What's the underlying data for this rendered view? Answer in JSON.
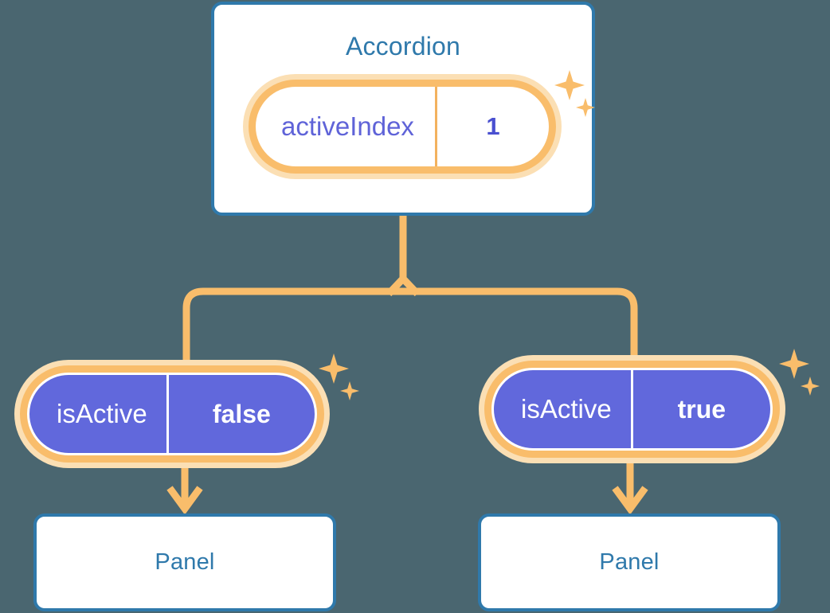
{
  "diagram": {
    "title_node": "Accordion",
    "background_color": "#4a6670",
    "accent_orange": "#f9bd6b",
    "accent_orange_pale": "#fbdfb4",
    "accent_blue": "#2f79ab",
    "accent_purple": "#6168dc"
  },
  "root": {
    "label": "Accordion",
    "state": {
      "key": "activeIndex",
      "value": "1"
    }
  },
  "branches": [
    {
      "state": {
        "key": "isActive",
        "value": "false"
      },
      "child": {
        "label": "Panel"
      }
    },
    {
      "state": {
        "key": "isActive",
        "value": "true"
      },
      "child": {
        "label": "Panel"
      }
    }
  ],
  "decorations": {
    "sparkle_icon": "sparkle-four-point-star",
    "sparkle_color": "#f9bd6b",
    "sparkle_groups": 3
  }
}
